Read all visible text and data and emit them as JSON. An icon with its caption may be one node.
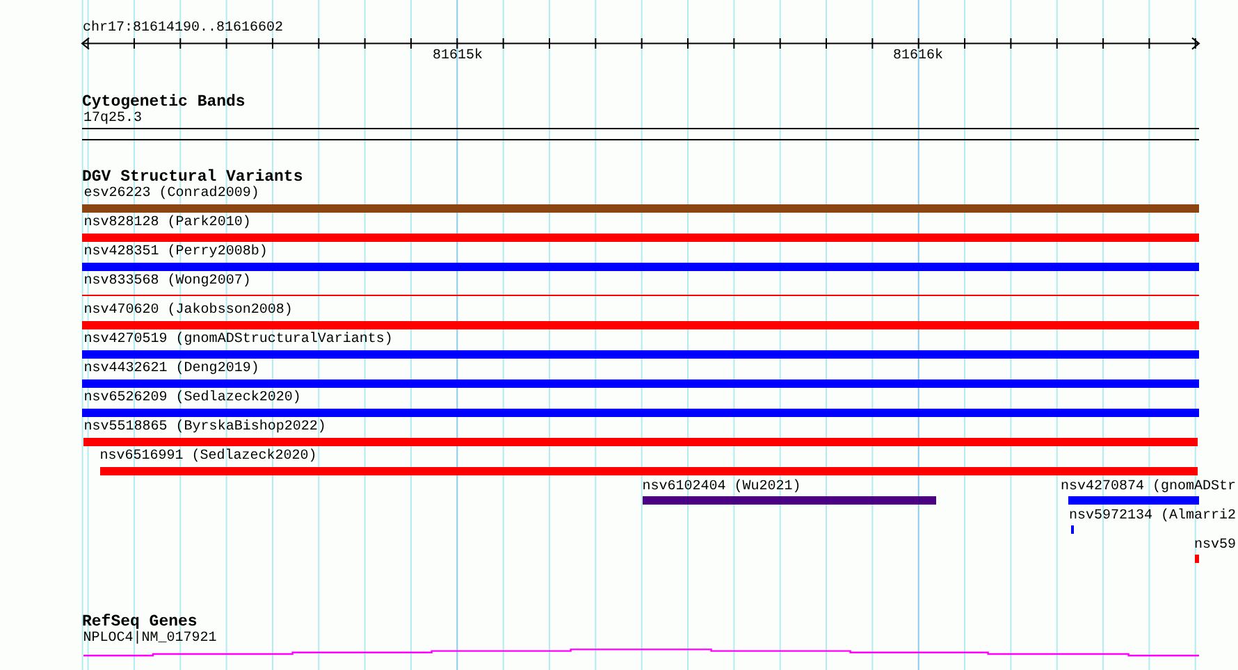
{
  "diagram": {
    "nodes": [
      {
        "text": [
          "17q25.3"
        ]
      },
      {
        "text": [
          "esv26223 (Conrad2009)"
        ]
      },
      {
        "text": [
          "nsv828128 (Park2010)"
        ]
      },
      {
        "text": [
          "nsv428351 (Perry2008b)"
        ]
      },
      {
        "text": [
          "nsv833568 (Wong2007)"
        ]
      },
      {
        "text": [
          "nsv470620 (Jakobsson2008)"
        ]
      },
      {
        "text": [
          "nsv4270519 (gnomADStructuralVariants)"
        ]
      },
      {
        "text": [
          "nsv4432621 (Deng2019)"
        ]
      },
      {
        "text": [
          "nsv6526209 (Sedlazeck2020)"
        ]
      },
      {
        "text": [
          "nsv5518865 (ByrskaBishop2022)"
        ]
      },
      {
        "text": [
          "nsv6516991 (Sedlazeck2020)"
        ]
      },
      {
        "text": [
          "nsv6102404 (Wu2021)"
        ]
      },
      {
        "text": [
          "nsv4270874 (gnomADStr"
        ]
      },
      {
        "text": [
          "nsv5972134 (Almarri2"
        ]
      },
      {
        "text": [
          "nsv59"
        ]
      },
      {
        "text": [
          "NPLOC4|NM_017921"
        ]
      }
    ],
    "labels": [
      "chr17:81614190..81616602",
      "81615k",
      "81616k",
      "Cytogenetic Bands",
      "DGV Structural Variants",
      "RefSeq Genes"
    ]
  }
}
